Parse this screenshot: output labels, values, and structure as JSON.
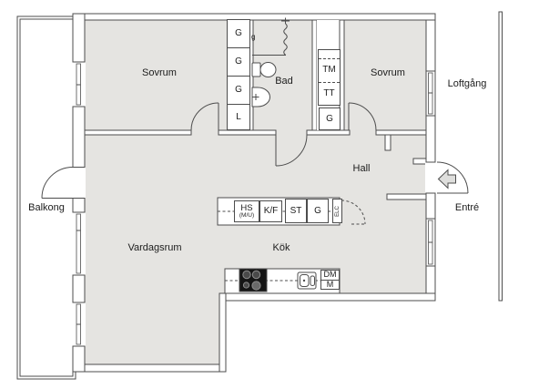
{
  "rooms": {
    "sovrum1": "Sovrum",
    "bad": "Bad",
    "sovrum2": "Sovrum",
    "hall": "Hall",
    "vardagsrum": "Vardagsrum",
    "kok": "Kök",
    "balkong": "Balkong",
    "loftgang": "Loftgång",
    "entre": "Entré"
  },
  "fixtures": {
    "closet_g1": "G",
    "closet_g2": "G",
    "closet_g3": "G",
    "closet_l": "L",
    "washer": "TM",
    "dryer": "TT",
    "hall_closet": "G",
    "bath_wall_mark": "g",
    "kitchen": {
      "hs": "HS",
      "hs_sub": "(M/U)",
      "fridge_freezer": "K/F",
      "st": "ST",
      "pantry": "G",
      "elc": "ELC",
      "dishwasher": "DM",
      "micro": "M"
    }
  },
  "colors": {
    "floor": "#e5e4e1",
    "line": "#4d4d4d",
    "wall": "#ffffff",
    "stove": "#151515",
    "text": "#1c1c1c"
  }
}
